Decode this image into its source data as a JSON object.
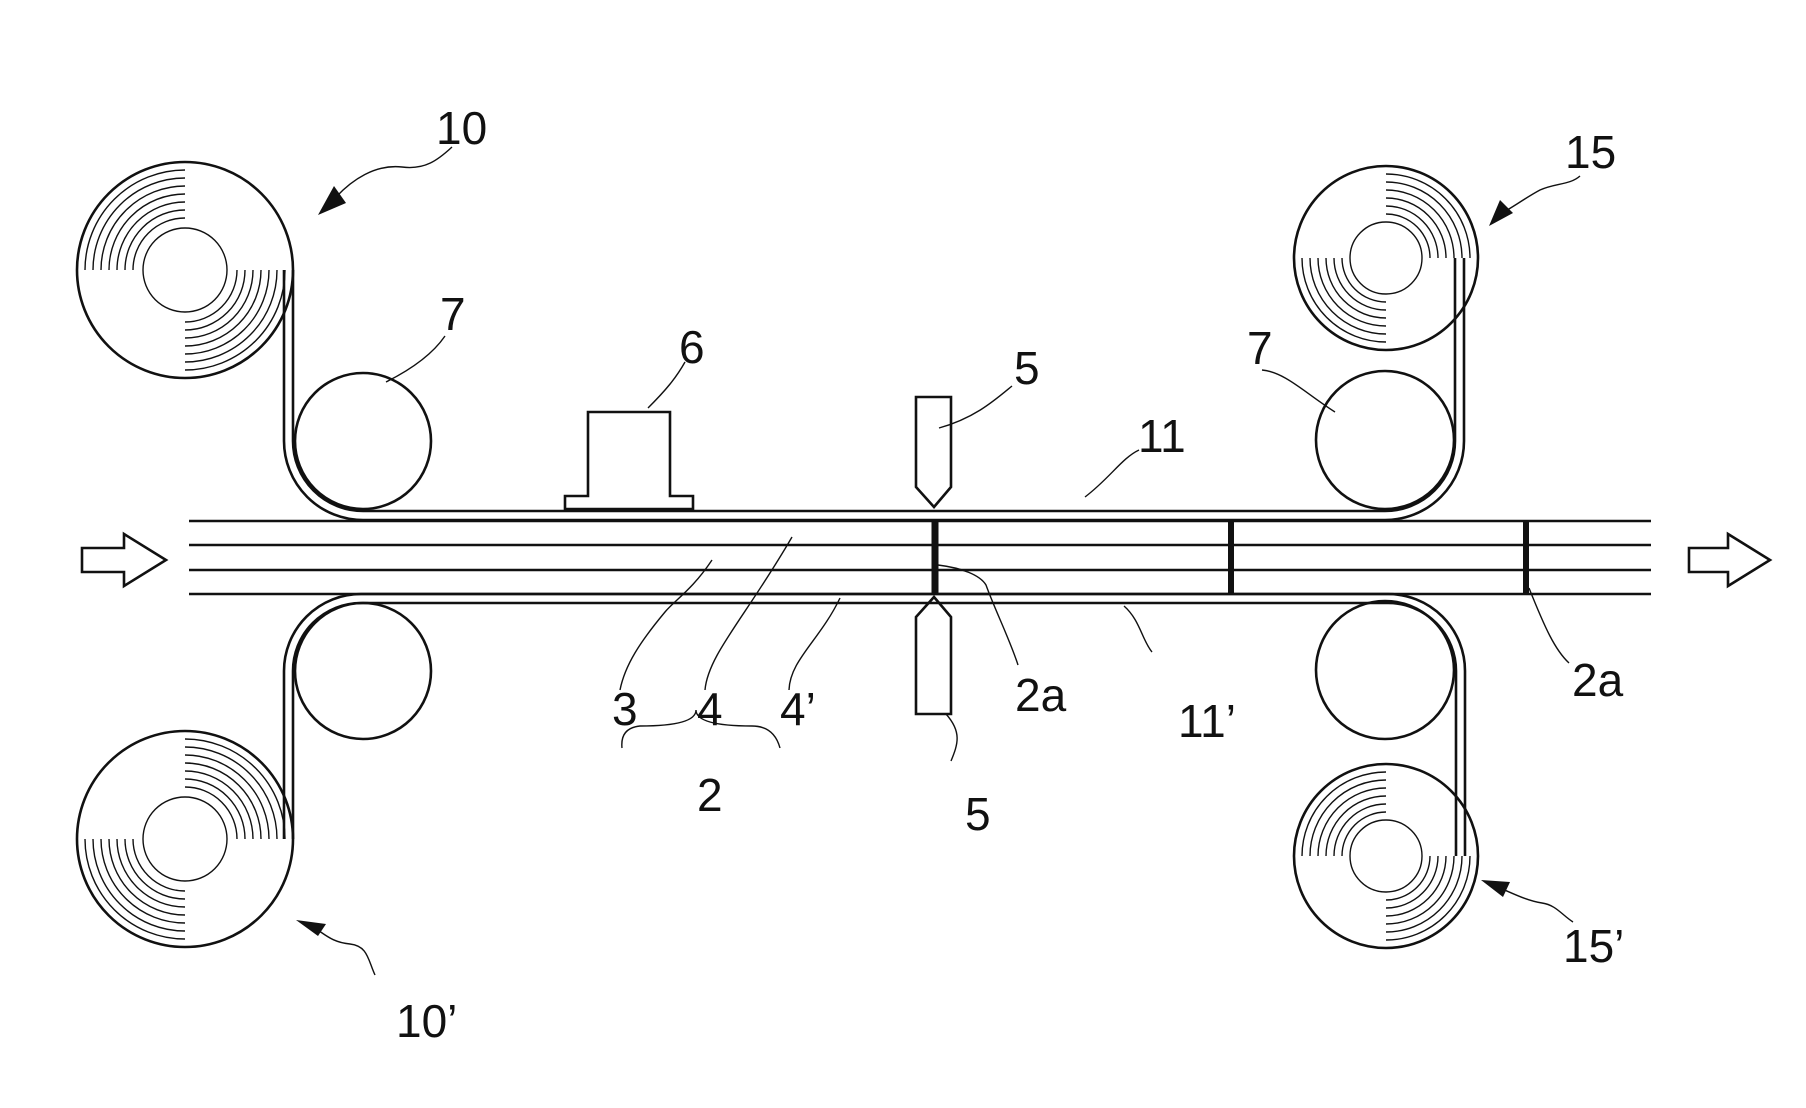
{
  "labels": {
    "reel_upper_left": "10",
    "reel_lower_left": "10’",
    "reel_upper_right": "15",
    "reel_lower_right": "15’",
    "guide_roller_left": "7",
    "guide_roller_right": "7",
    "heater": "6",
    "cutter_upper": "5",
    "cutter_lower": "5",
    "film_upper": "11",
    "film_lower": "11’",
    "cut_line_mid": "2a",
    "cut_line_right": "2a",
    "layer_middle": "3",
    "layer_upper": "4",
    "layer_lower": "4’",
    "laminate": "2"
  }
}
